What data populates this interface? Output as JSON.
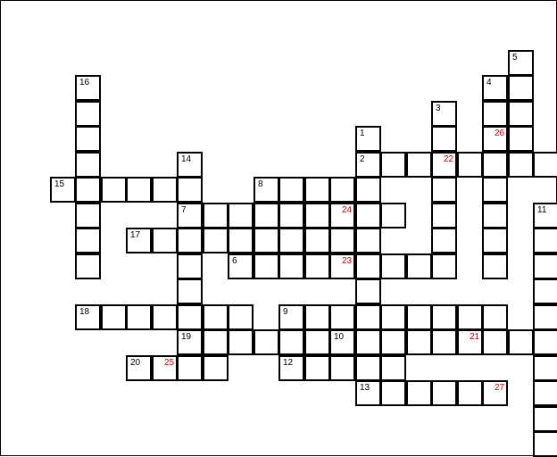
{
  "puzzle": {
    "entries": [
      {
        "number": "1",
        "row": 4,
        "col": 13,
        "dir": "down",
        "length": 10
      },
      {
        "number": "2",
        "row": 5,
        "col": 13,
        "dir": "across",
        "length": 9
      },
      {
        "number": "3",
        "row": 3,
        "col": 16,
        "dir": "down",
        "length": 7
      },
      {
        "number": "4",
        "row": 2,
        "col": 18,
        "dir": "down",
        "length": 8
      },
      {
        "number": "5",
        "row": 1,
        "col": 19,
        "dir": "down",
        "length": 5
      },
      {
        "number": "6",
        "row": 9,
        "col": 8,
        "dir": "across",
        "length": 9
      },
      {
        "number": "7",
        "row": 7,
        "col": 6,
        "dir": "across",
        "length": 9
      },
      {
        "number": "8",
        "row": 6,
        "col": 9,
        "dir": "across",
        "length": 5
      },
      {
        "number": "9",
        "row": 11,
        "col": 10,
        "dir": "across",
        "length": 9
      },
      {
        "number": "10",
        "row": 12,
        "col": 12,
        "dir": "across",
        "length": 9
      },
      {
        "number": "11",
        "row": 7,
        "col": 20,
        "dir": "down",
        "length": 10
      },
      {
        "number": "12",
        "row": 13,
        "col": 10,
        "dir": "across",
        "length": 5
      },
      {
        "number": "13",
        "row": 14,
        "col": 13,
        "dir": "across",
        "length": 6
      },
      {
        "number": "14",
        "row": 5,
        "col": 6,
        "dir": "down",
        "length": 9
      },
      {
        "number": "15",
        "row": 6,
        "col": 1,
        "dir": "across",
        "length": 6
      },
      {
        "number": "16",
        "row": 2,
        "col": 2,
        "dir": "down",
        "length": 8
      },
      {
        "number": "17",
        "row": 8,
        "col": 4,
        "dir": "across",
        "length": 10
      },
      {
        "number": "18",
        "row": 11,
        "col": 2,
        "dir": "across",
        "length": 7
      },
      {
        "number": "19",
        "row": 12,
        "col": 6,
        "dir": "across",
        "length": 6
      },
      {
        "number": "20",
        "row": 13,
        "col": 4,
        "dir": "across",
        "length": 4
      }
    ],
    "highlight_marks": [
      {
        "number": "21",
        "row": 12,
        "col": 17
      },
      {
        "number": "22",
        "row": 5,
        "col": 16
      },
      {
        "number": "23",
        "row": 9,
        "col": 12
      },
      {
        "number": "24",
        "row": 7,
        "col": 12
      },
      {
        "number": "25",
        "row": 13,
        "col": 5
      },
      {
        "number": "26",
        "row": 4,
        "col": 18
      },
      {
        "number": "27",
        "row": 14,
        "col": 18
      }
    ],
    "colors": {
      "grid_line": "#000000",
      "cell_fill": "#ffffff",
      "clue_number": "#000000",
      "mark_number": "#cc0000"
    }
  }
}
